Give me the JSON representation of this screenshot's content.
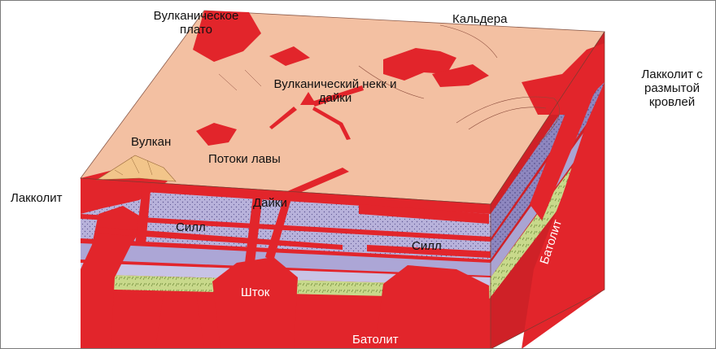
{
  "labels": {
    "volcanic_plateau": "Вулканическое плато",
    "caldera": "Кальдера",
    "volcanic_neck": "Вулканический некк и дайки",
    "laccolith_eroded": "Лакколит с размытой кровлей",
    "volcano": "Вулкан",
    "lava_flows": "Потоки лавы",
    "laccolith": "Лакколит",
    "dikes": "Дайки",
    "sill_left": "Силл",
    "sill_right": "Силл",
    "stock": "Шток",
    "batholith_side": "Батолит",
    "batholith_front": "Батолит"
  },
  "colors": {
    "magma": "#e2252b",
    "magma_dark": "#c41e24",
    "surface": "#f3c3a6",
    "strata_light": "#c9c4e4",
    "strata_mid": "#9d97c8",
    "strata_dark": "#7d76b0",
    "grass": "#c9da88",
    "tuff": "#f2c58a"
  }
}
